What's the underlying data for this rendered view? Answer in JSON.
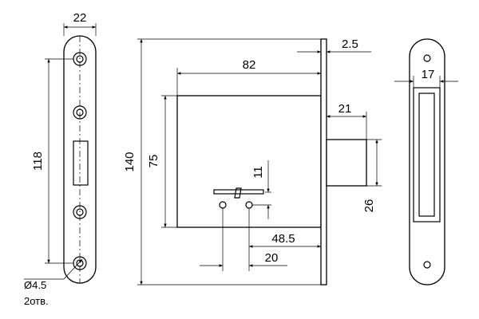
{
  "figure": {
    "strike_width": "22",
    "screw_spacing": "118",
    "lock_height": "140",
    "body_height": "75",
    "backset": "82",
    "faceplate_thickness": "2.5",
    "bolt_throw": "21",
    "bolt_height": "26",
    "key_offset": "11",
    "hole_to_face": "48.5",
    "hole_spacing": "20",
    "strike_width_right": "17",
    "hole_diameter": "Ø4.5",
    "hole_count": "2отв."
  }
}
